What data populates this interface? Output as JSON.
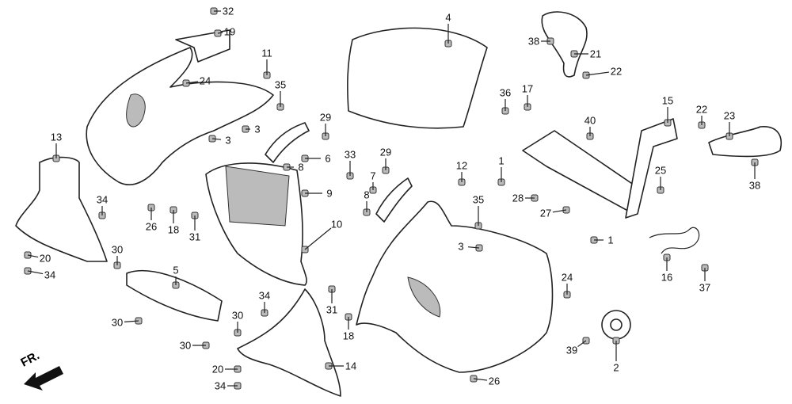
{
  "diagram": {
    "title": "Fairing exploded parts diagram",
    "direction_indicator": "FR.",
    "callouts": [
      "32",
      "19",
      "4",
      "38",
      "21",
      "22",
      "24",
      "11",
      "35",
      "17",
      "36",
      "15",
      "22",
      "23",
      "3",
      "3",
      "29",
      "40",
      "13",
      "6",
      "8",
      "33",
      "29",
      "7",
      "8",
      "12",
      "1",
      "25",
      "38",
      "9",
      "10",
      "35",
      "28",
      "27",
      "34",
      "26",
      "18",
      "31",
      "1",
      "16",
      "37",
      "30",
      "20",
      "34",
      "5",
      "3",
      "24",
      "31",
      "34",
      "30",
      "30",
      "18",
      "30",
      "39",
      "2",
      "14",
      "20",
      "34",
      "26"
    ]
  }
}
